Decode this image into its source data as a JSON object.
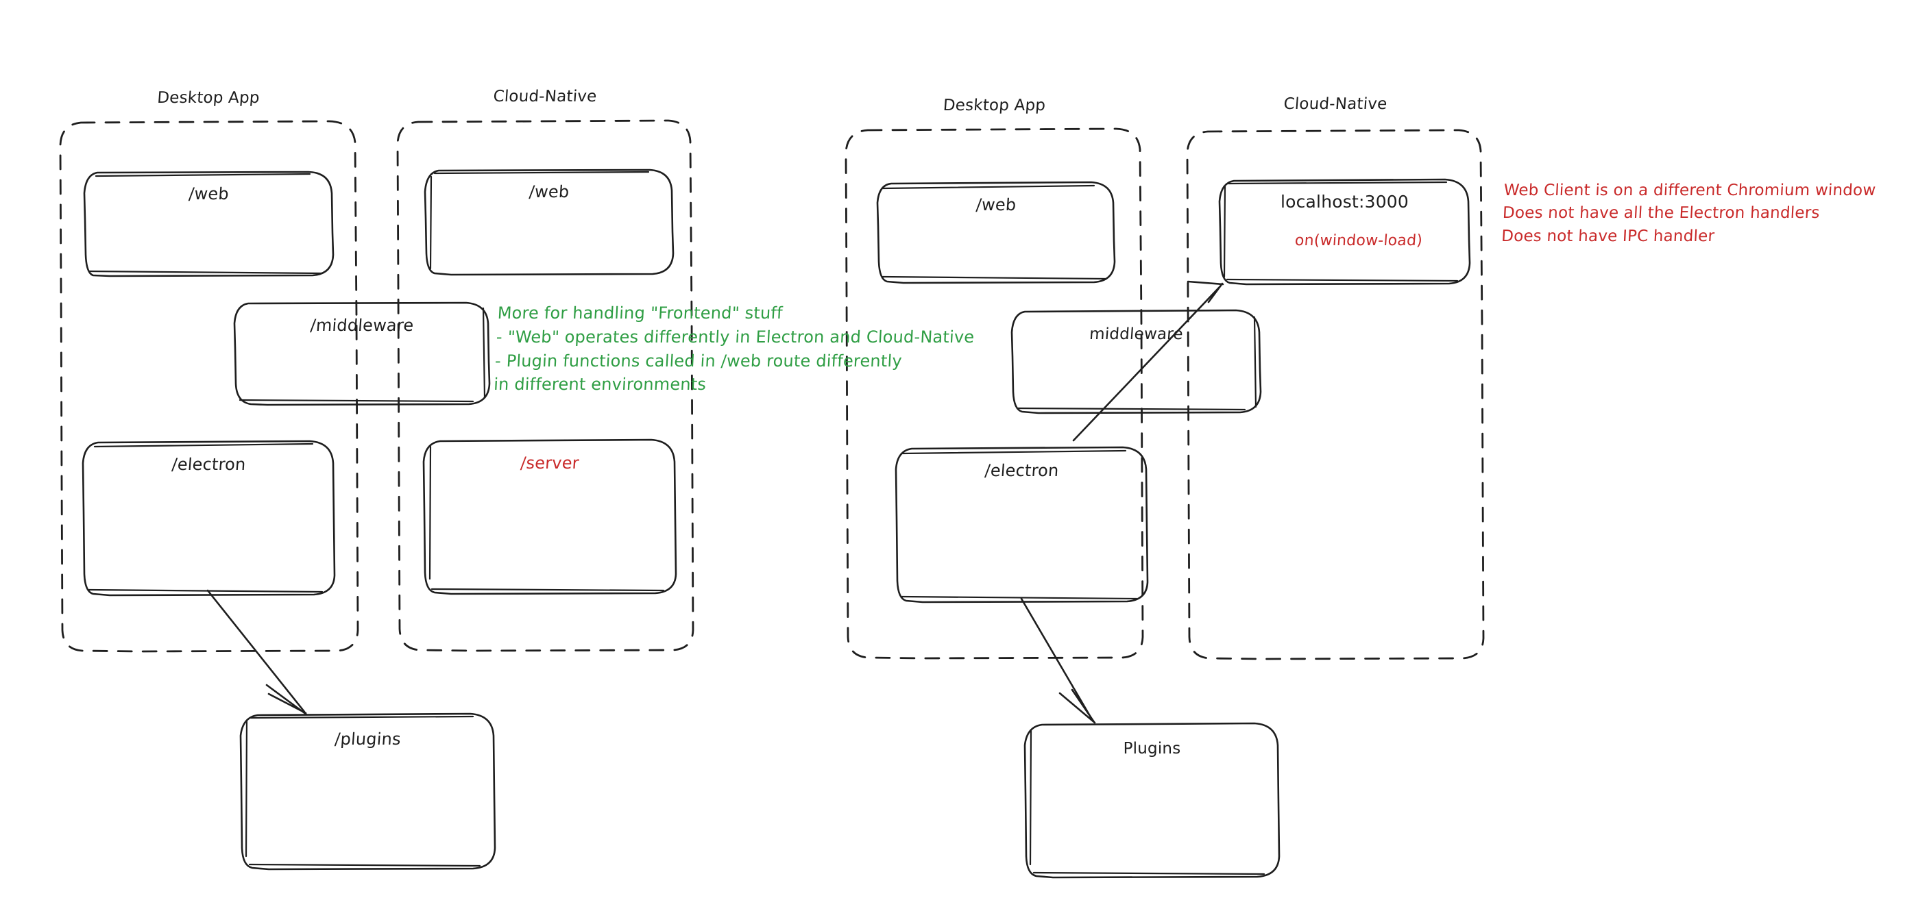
{
  "diagram": {
    "title": "Electron Desktop App vs Cloud-Native architecture comparison",
    "background": "#ffffff",
    "colors": {
      "ink": "#1e1e1e",
      "green_note": "#2f9e44",
      "red_note": "#c92a2a"
    },
    "panels": [
      {
        "id": "left-panel",
        "groups": [
          {
            "id": "left-desktop-app",
            "label": "Desktop App"
          },
          {
            "id": "left-cloud-native",
            "label": "Cloud-Native"
          }
        ],
        "boxes": [
          {
            "id": "left-desktop-web",
            "label": "/web",
            "color": "ink"
          },
          {
            "id": "left-cloud-web",
            "label": "/web",
            "color": "ink"
          },
          {
            "id": "left-middleware",
            "label": "/middleware",
            "color": "ink"
          },
          {
            "id": "left-electron",
            "label": "/electron",
            "color": "ink"
          },
          {
            "id": "left-server",
            "label": "/server",
            "color": "red"
          },
          {
            "id": "left-plugins",
            "label": "/plugins",
            "color": "ink"
          }
        ],
        "arrows": [
          {
            "id": "left-electron-to-plugins",
            "from": "/electron",
            "to": "/plugins"
          }
        ]
      },
      {
        "id": "right-panel",
        "groups": [
          {
            "id": "right-desktop-app",
            "label": "Desktop App"
          },
          {
            "id": "right-cloud-native",
            "label": "Cloud-Native"
          }
        ],
        "boxes": [
          {
            "id": "right-desktop-web",
            "label": "/web",
            "color": "ink"
          },
          {
            "id": "right-localhost",
            "label": "localhost:3000",
            "sublabel": "on(window-load)",
            "color": "ink"
          },
          {
            "id": "right-middleware",
            "label": "middleware",
            "color": "ink"
          },
          {
            "id": "right-electron",
            "label": "/electron",
            "color": "ink"
          },
          {
            "id": "right-plugins",
            "label": "Plugins",
            "color": "ink"
          }
        ],
        "arrows": [
          {
            "id": "right-electron-to-localhost",
            "from": "/electron",
            "to": "localhost:3000"
          },
          {
            "id": "right-electron-to-plugins",
            "from": "/electron",
            "to": "Plugins"
          }
        ]
      }
    ],
    "notes": {
      "green": {
        "id": "frontend-note",
        "lines": [
          "More for handling \"Frontend\" stuff",
          "- \"Web\" operates differently in Electron and Cloud-Native",
          "- Plugin functions called in /web route differently",
          "in different environments"
        ],
        "text": "More for handling \"Frontend\" stuff\n- \"Web\" operates differently in Electron and Cloud-Native\n- Plugin functions called in /web route differently\nin different environments"
      },
      "red": {
        "id": "web-client-note",
        "lines": [
          "Web Client is on a different Chromium window",
          "Does not have all the Electron handlers",
          "Does not have IPC handler"
        ],
        "text": "Web Client is on a different Chromium window\nDoes not have all the Electron handlers\nDoes not have IPC handler"
      }
    }
  }
}
